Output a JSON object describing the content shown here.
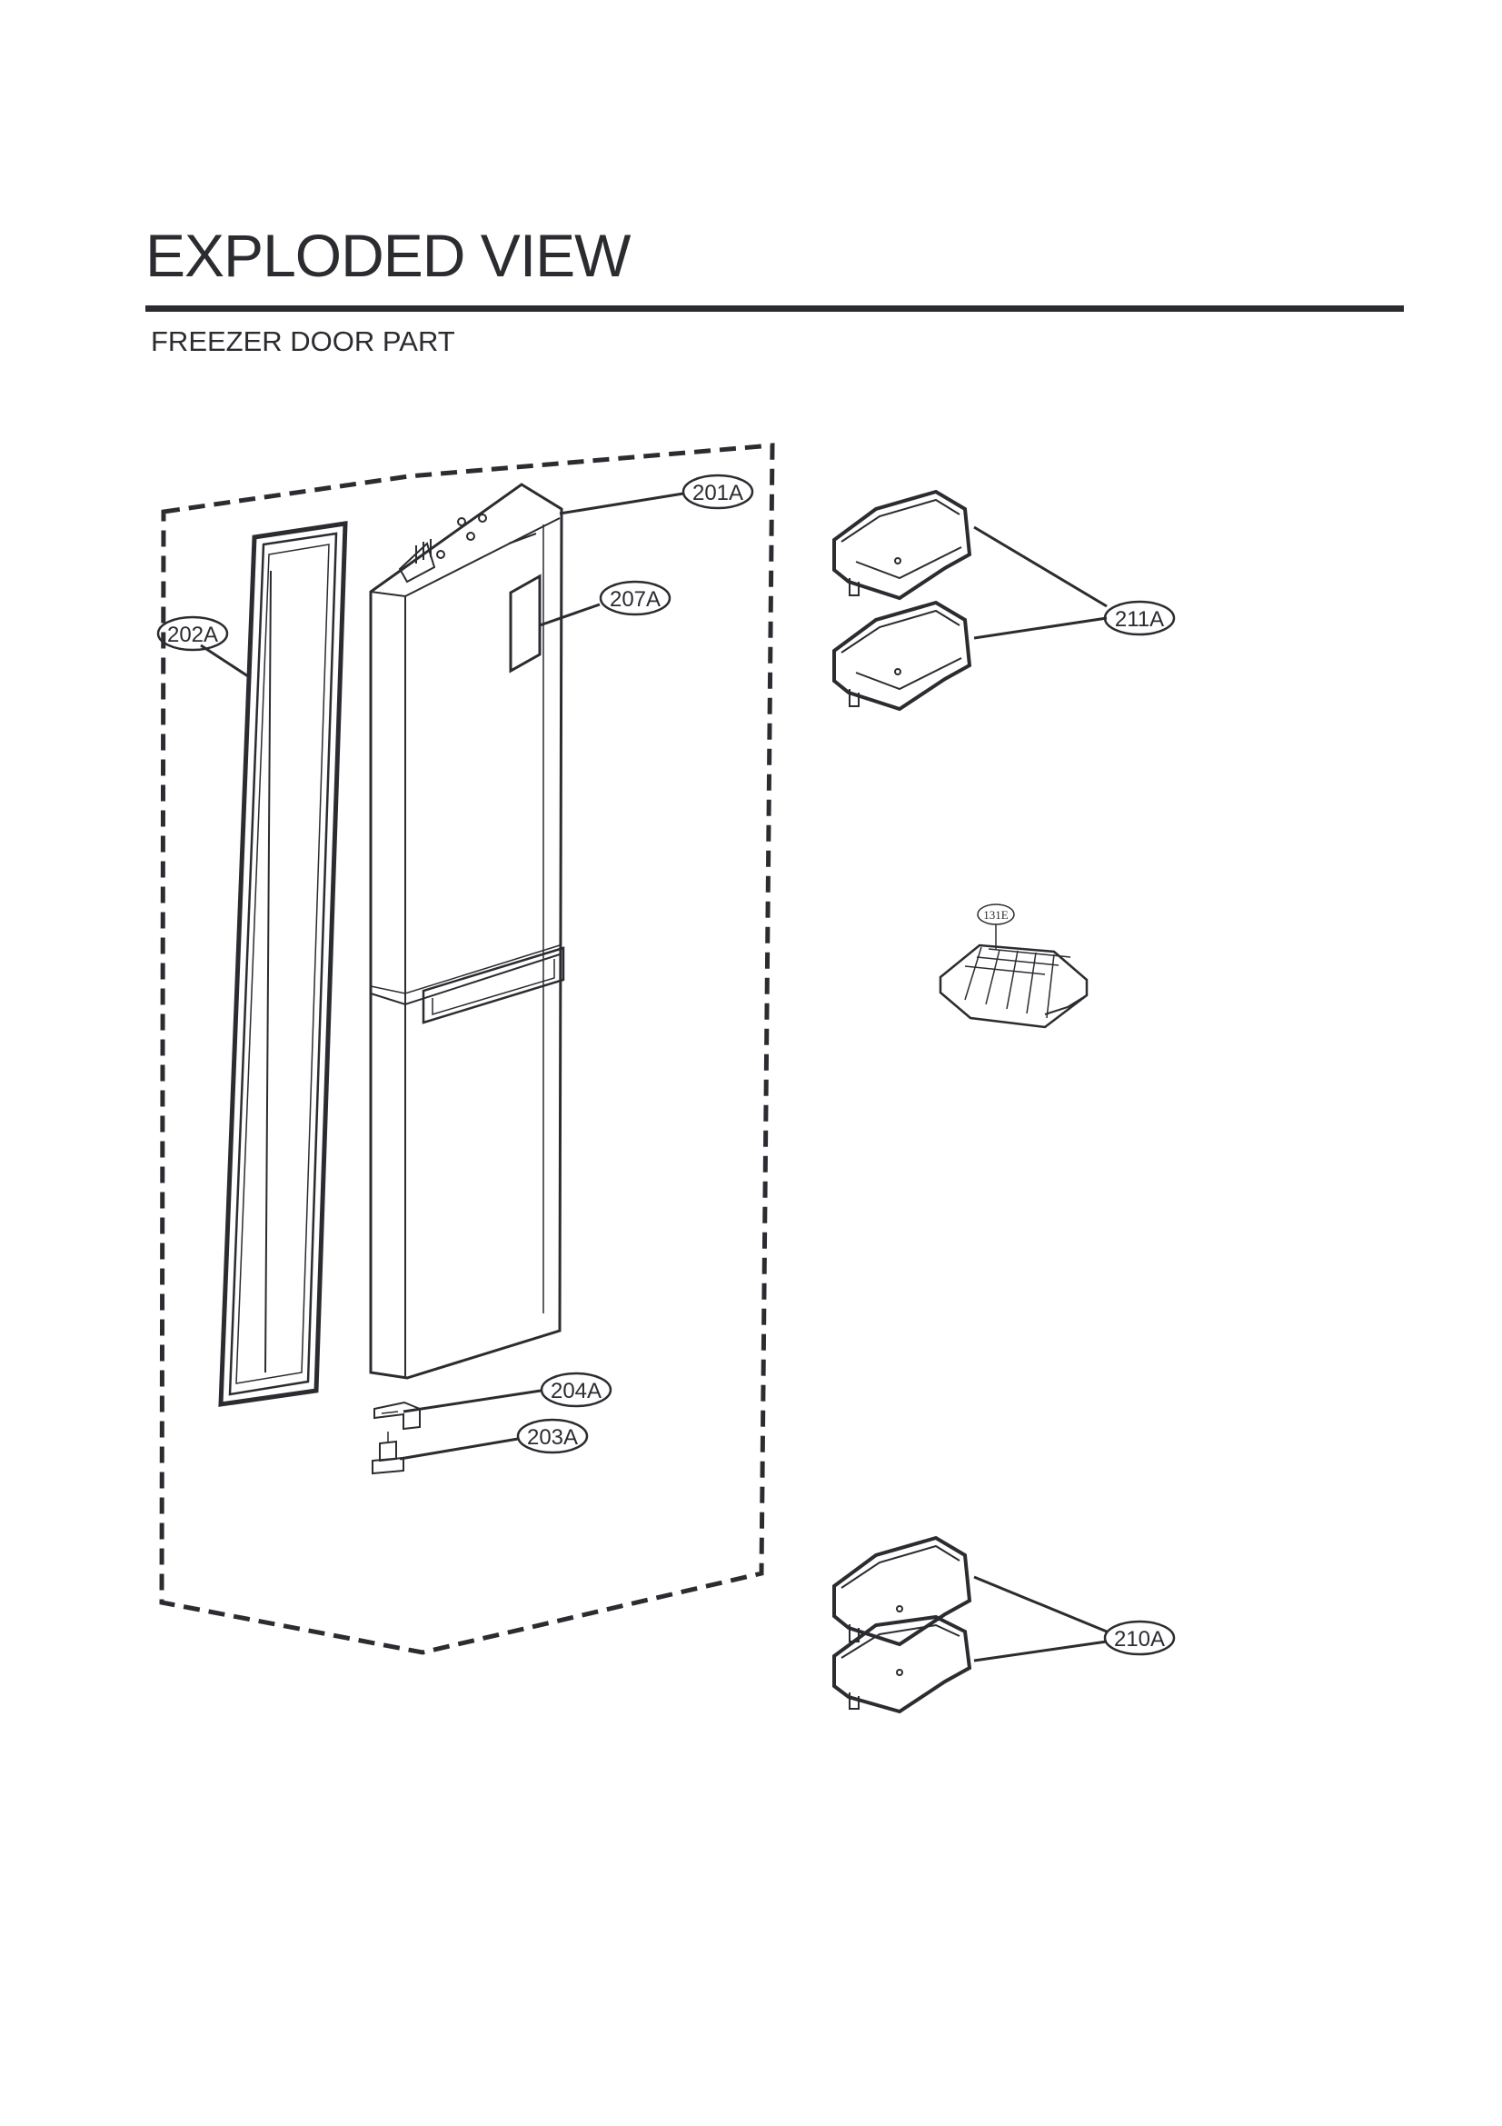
{
  "header": {
    "title": "EXPLODED VIEW",
    "subtitle": "FREEZER DOOR PART"
  },
  "parts": {
    "door_assembly": "201A",
    "gasket": "202A",
    "hinge_cap": "203A",
    "hinge": "204A",
    "display_panel": "207A",
    "lower_basket": "210A",
    "upper_basket": "211A",
    "ice_tray": "131E"
  },
  "colors": {
    "ink": "#2b2c30",
    "background": "#ffffff"
  }
}
